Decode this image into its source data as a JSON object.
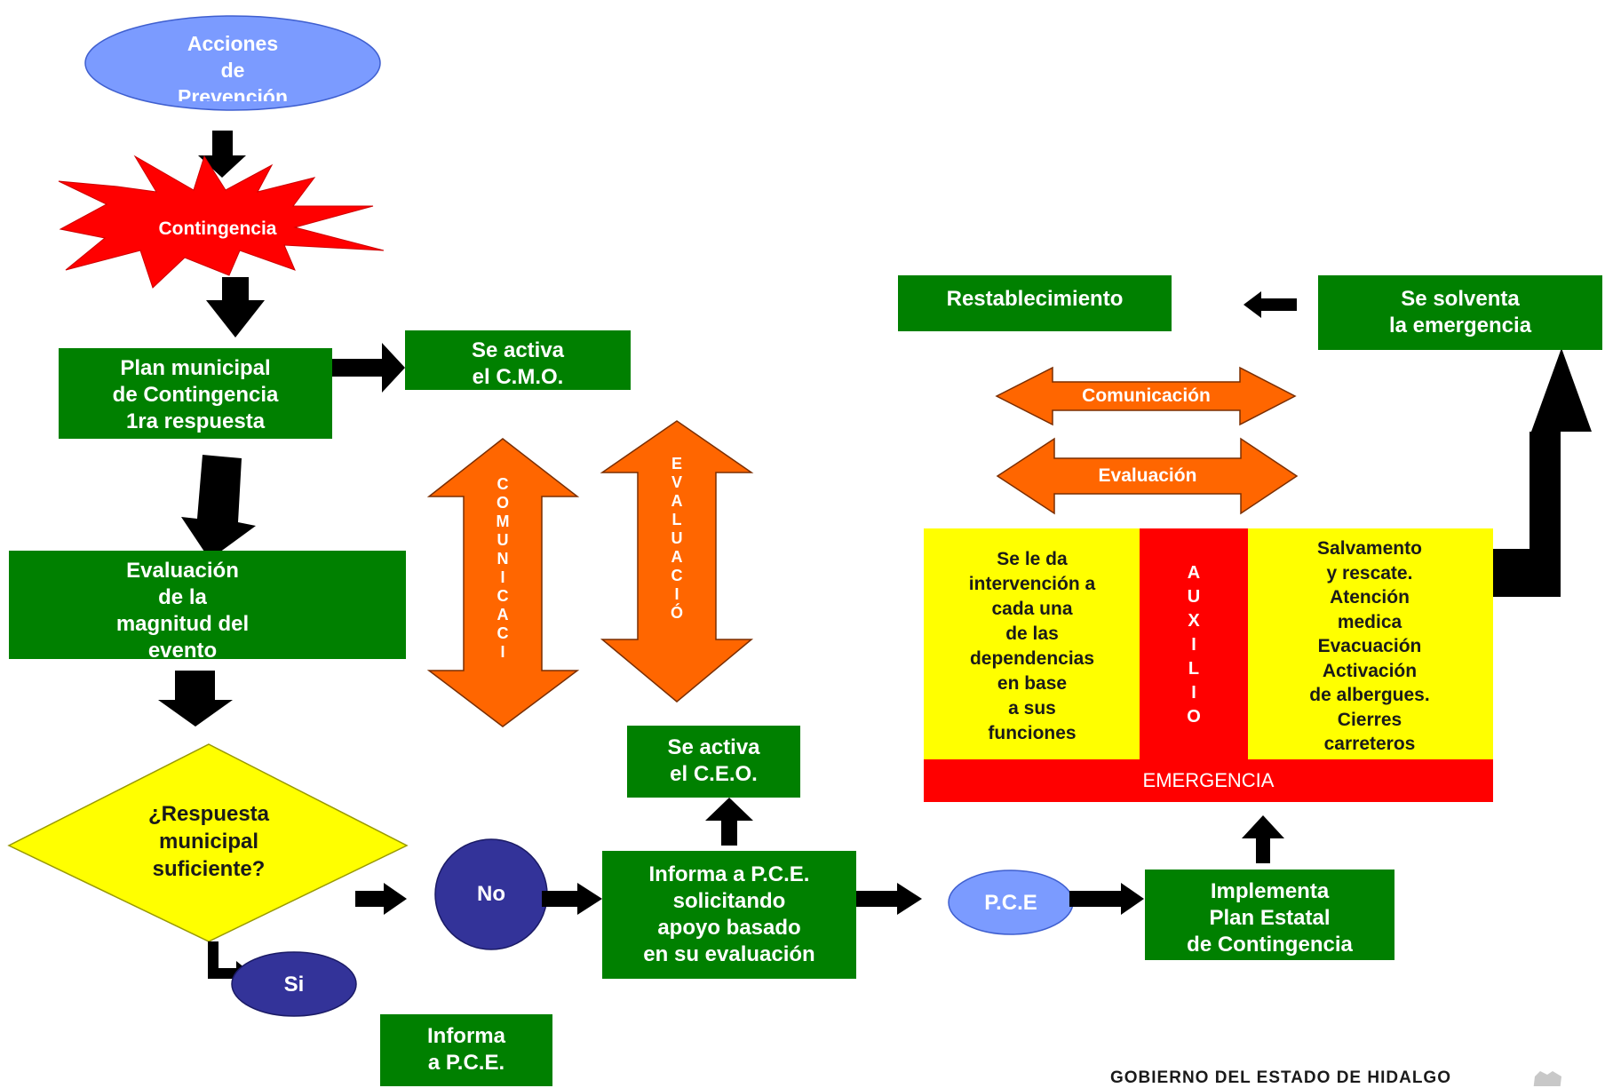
{
  "title": "AUXILIO",
  "nodes": {
    "acciones": "Acciones\nde\nPrevención",
    "contingencia": "Contingencia",
    "plan_municipal": "Plan municipal\nde Contingencia\n1ra respuesta",
    "se_activa_cmo": "Se activa\nel C.M.O.",
    "evaluacion_magnitud": "Evaluación\nde la\nmagnitud del\nevento",
    "respuesta_pregunta": "¿Respuesta\nmunicipal\nsuficiente?",
    "no": "No",
    "si": "Si",
    "informa_pce_solicitando": "Informa a P.C.E.\nsolicitando\napoyo basado\nen su evaluación",
    "se_activa_ceo": "Se activa\nel C.E.O.",
    "informa_pce": "Informa\na P.C.E.",
    "pce": "P.C.E",
    "implementa_plan": "Implementa\nPlan Estatal\nde Contingencia",
    "restablecimiento": "Restablecimiento",
    "se_solventa": "Se solventa\nla emergencia"
  },
  "double_arrows": {
    "comunicacion_vertical": "C\nO\nM\nU\nN\nI\nC\nA\nC\nI",
    "evaluacion_vertical": "E\nV\nA\nL\nU\nA\nC\nI\nÓ",
    "comunicacion": "Comunicación",
    "evaluacion": "Evaluación"
  },
  "emergencia_panel": {
    "left_text": "Se le da\nintervención a\ncada una\nde las\ndependencias\nen base\na sus\nfunciones",
    "auxilio_vertical": "A\nU\nX\nI\nL\nI\nO",
    "right_text": "Salvamento\ny rescate.\nAtención\nmedica\nEvacuación\nActivación\nde albergues.\nCierres\ncarreteros",
    "label": "EMERGENCIA"
  },
  "footer": "GOBIERNO DEL ESTADO DE HIDALGO",
  "colors": {
    "green": "#008000",
    "orange": "#ff6600",
    "yellow": "#ffff00",
    "red": "#ff0000",
    "blue": "#7b9bff",
    "navy": "#333399"
  }
}
